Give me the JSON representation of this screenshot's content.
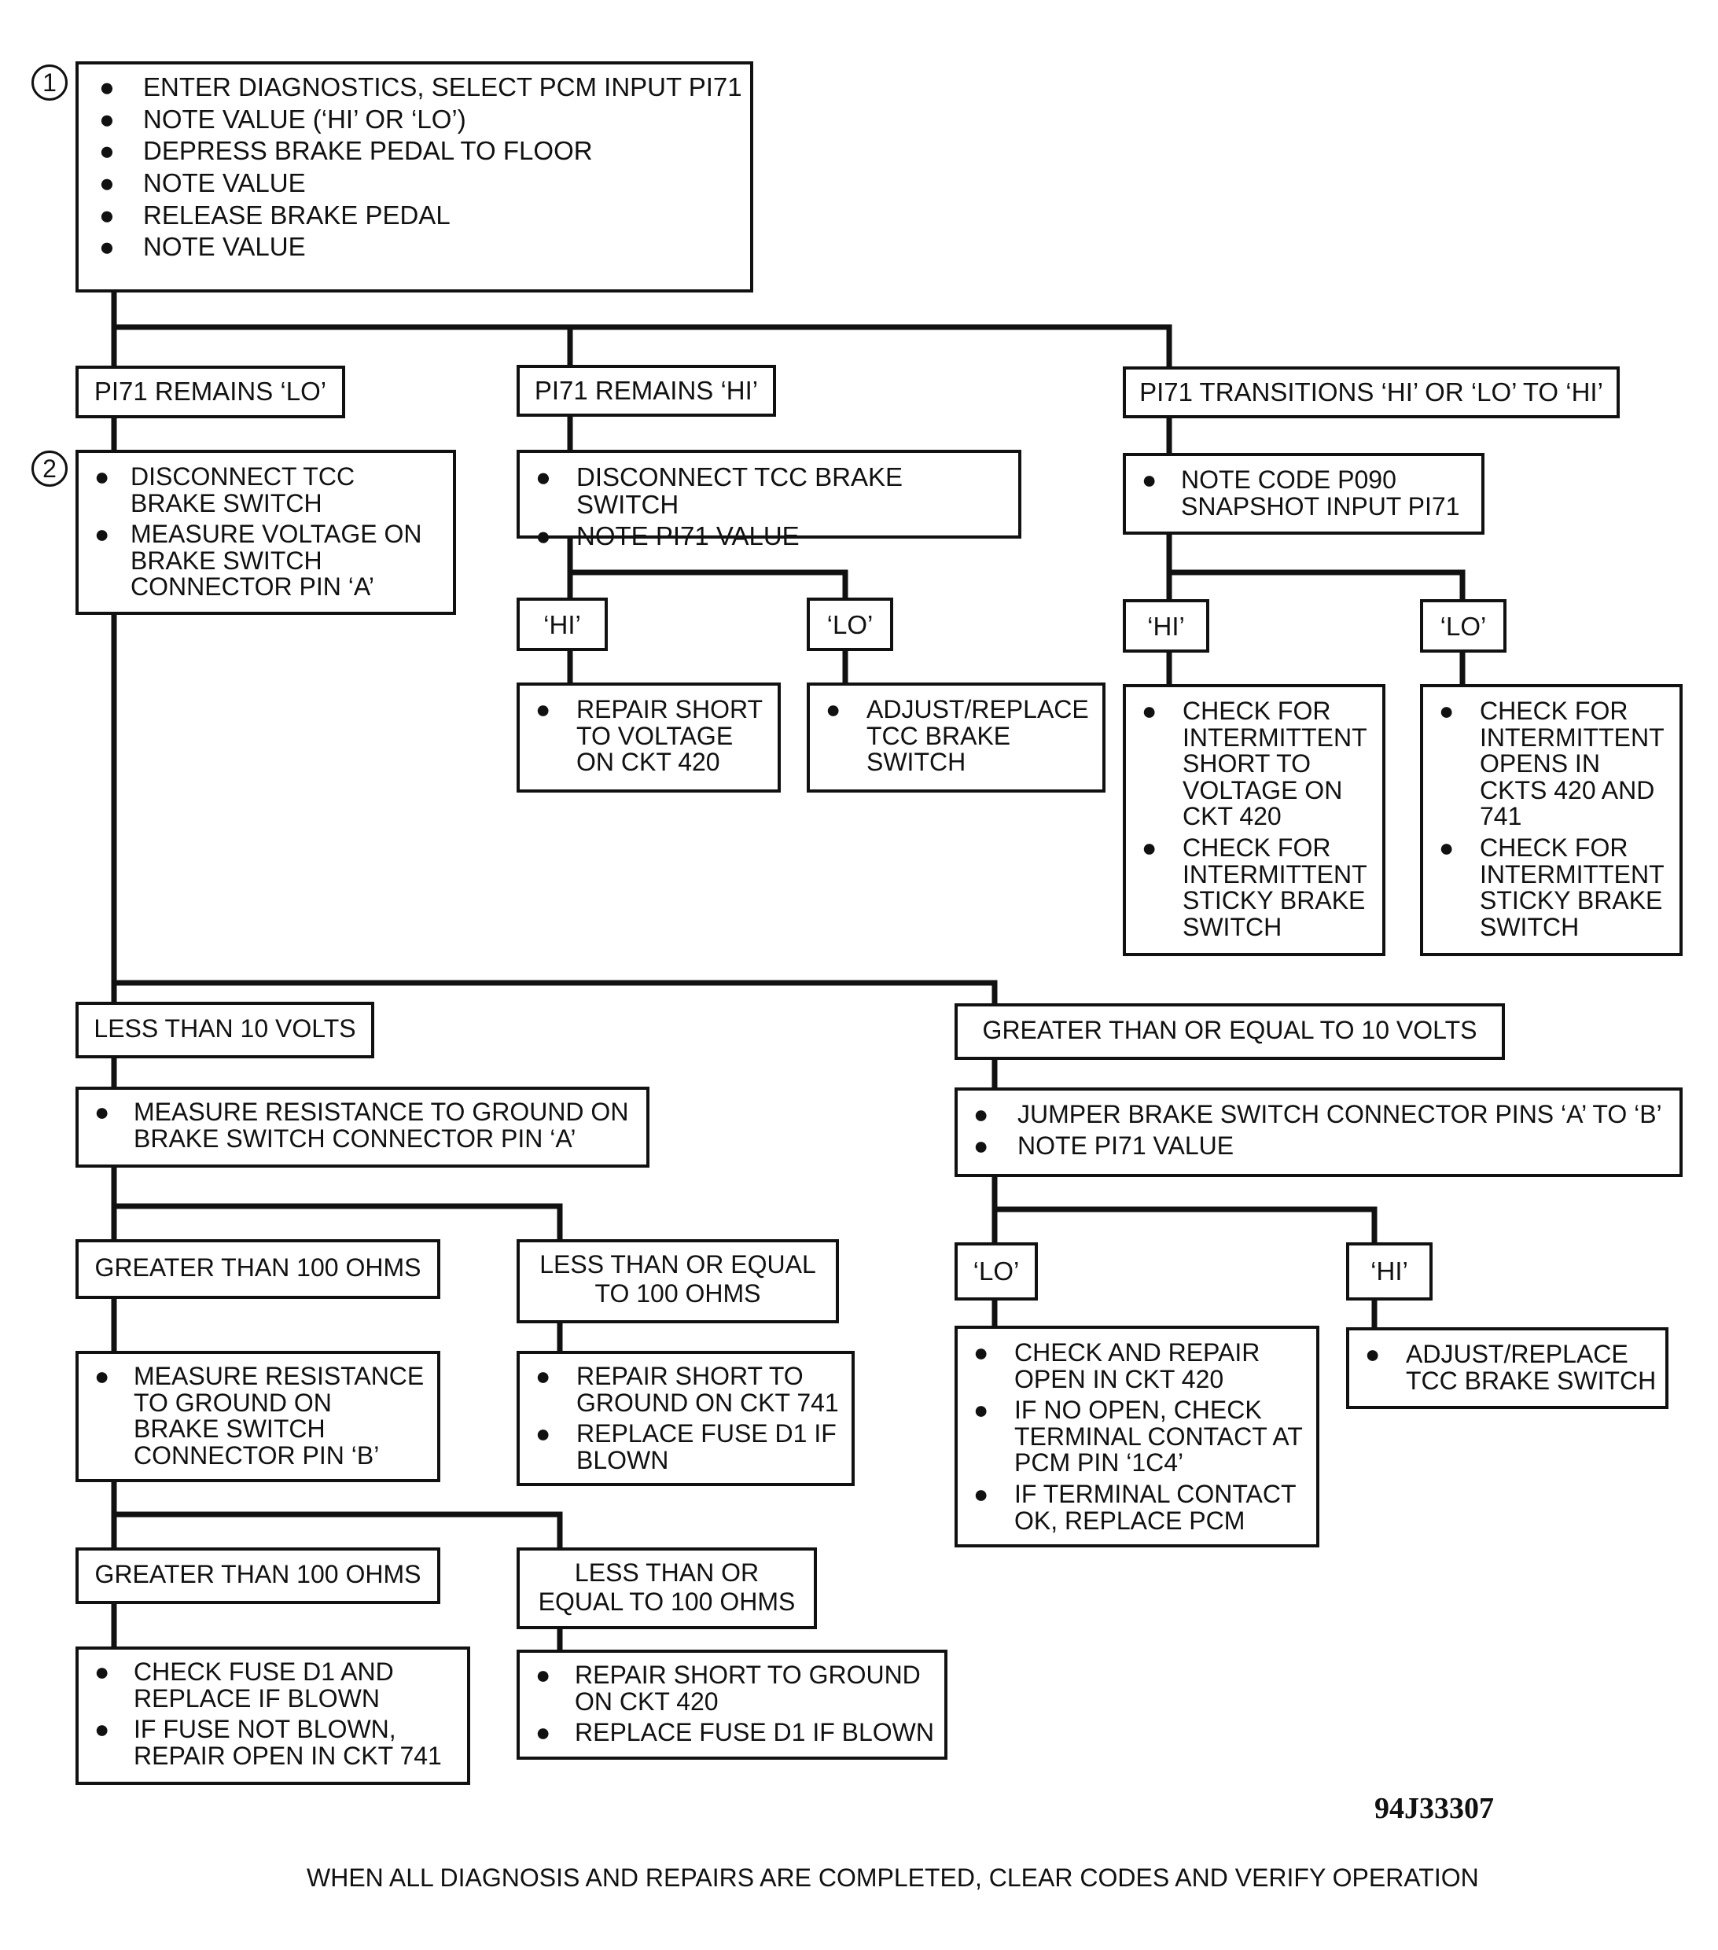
{
  "step_numbers": [
    "1",
    "2"
  ],
  "boxes": {
    "b1": [
      "ENTER DIAGNOSTICS, SELECT PCM INPUT PI71",
      "NOTE VALUE (‘HI’ OR ‘LO’)",
      "DEPRESS BRAKE PEDAL TO FLOOR",
      "NOTE VALUE",
      "RELEASE BRAKE PEDAL",
      "NOTE VALUE"
    ],
    "b2": [
      "DISCONNECT TCC\nBRAKE SWITCH",
      "MEASURE VOLTAGE ON\nBRAKE SWITCH\nCONNECTOR PIN ‘A’"
    ],
    "b3": [
      "DISCONNECT TCC BRAKE SWITCH",
      "NOTE PI71 VALUE"
    ],
    "b4": [
      "NOTE CODE P090\nSNAPSHOT INPUT PI71"
    ],
    "b5": [
      "REPAIR SHORT\nTO VOLTAGE\nON CKT 420"
    ],
    "b6": [
      "ADJUST/REPLACE\nTCC BRAKE\nSWITCH"
    ],
    "b7": [
      "CHECK FOR\nINTERMITTENT\nSHORT TO\nVOLTAGE ON\nCKT 420",
      "CHECK FOR\nINTERMITTENT\nSTICKY BRAKE\nSWITCH"
    ],
    "b8": [
      "CHECK FOR\nINTERMITTENT\nOPENS IN\nCKTS 420 AND\n741",
      "CHECK FOR\nINTERMITTENT\nSTICKY BRAKE\nSWITCH"
    ],
    "b9": [
      "MEASURE RESISTANCE TO GROUND ON\nBRAKE SWITCH CONNECTOR PIN ‘A’"
    ],
    "b10": [
      "JUMPER BRAKE SWITCH CONNECTOR PINS ‘A’ TO ‘B’",
      "NOTE PI71 VALUE"
    ],
    "b11": [
      "MEASURE RESISTANCE\nTO GROUND ON\nBRAKE SWITCH\nCONNECTOR PIN ‘B’"
    ],
    "b12": [
      "REPAIR SHORT TO\nGROUND ON CKT 741",
      "REPLACE FUSE D1  IF\nBLOWN"
    ],
    "b13": [
      "CHECK AND REPAIR\nOPEN IN CKT 420",
      "IF NO OPEN, CHECK\nTERMINAL CONTACT AT\nPCM PIN ‘1C4’",
      "IF TERMINAL CONTACT\nOK, REPLACE PCM"
    ],
    "b14": [
      "ADJUST/REPLACE\nTCC BRAKE SWITCH"
    ],
    "b15": [
      "CHECK FUSE D1 AND\nREPLACE IF BLOWN",
      "IF FUSE NOT BLOWN,\nREPAIR OPEN IN CKT 741"
    ],
    "b16": [
      "REPAIR SHORT TO GROUND\nON CKT 420",
      "REPLACE FUSE D1 IF BLOWN"
    ]
  },
  "labels": {
    "l1": "PI71 REMAINS ‘LO’",
    "l2": "PI71 REMAINS ‘HI’",
    "l3": "PI71 TRANSITIONS ‘HI’ OR ‘LO’ TO ‘HI’",
    "l4": "‘HI’",
    "l5": "‘LO’",
    "l6": "‘HI’",
    "l7": "‘LO’",
    "l8": "LESS THAN 10 VOLTS",
    "l9": "GREATER THAN OR EQUAL TO 10 VOLTS",
    "l10": "GREATER THAN 100 OHMS",
    "l11": "LESS THAN OR EQUAL\nTO 100 OHMS",
    "l12": "‘LO’",
    "l13": "‘HI’",
    "l14": "GREATER THAN 100 OHMS",
    "l15": "LESS THAN OR\nEQUAL TO 100 OHMS"
  },
  "figure_code": "94J33307",
  "footer_text": "WHEN ALL DIAGNOSIS AND REPAIRS ARE COMPLETED, CLEAR CODES AND VERIFY OPERATION"
}
